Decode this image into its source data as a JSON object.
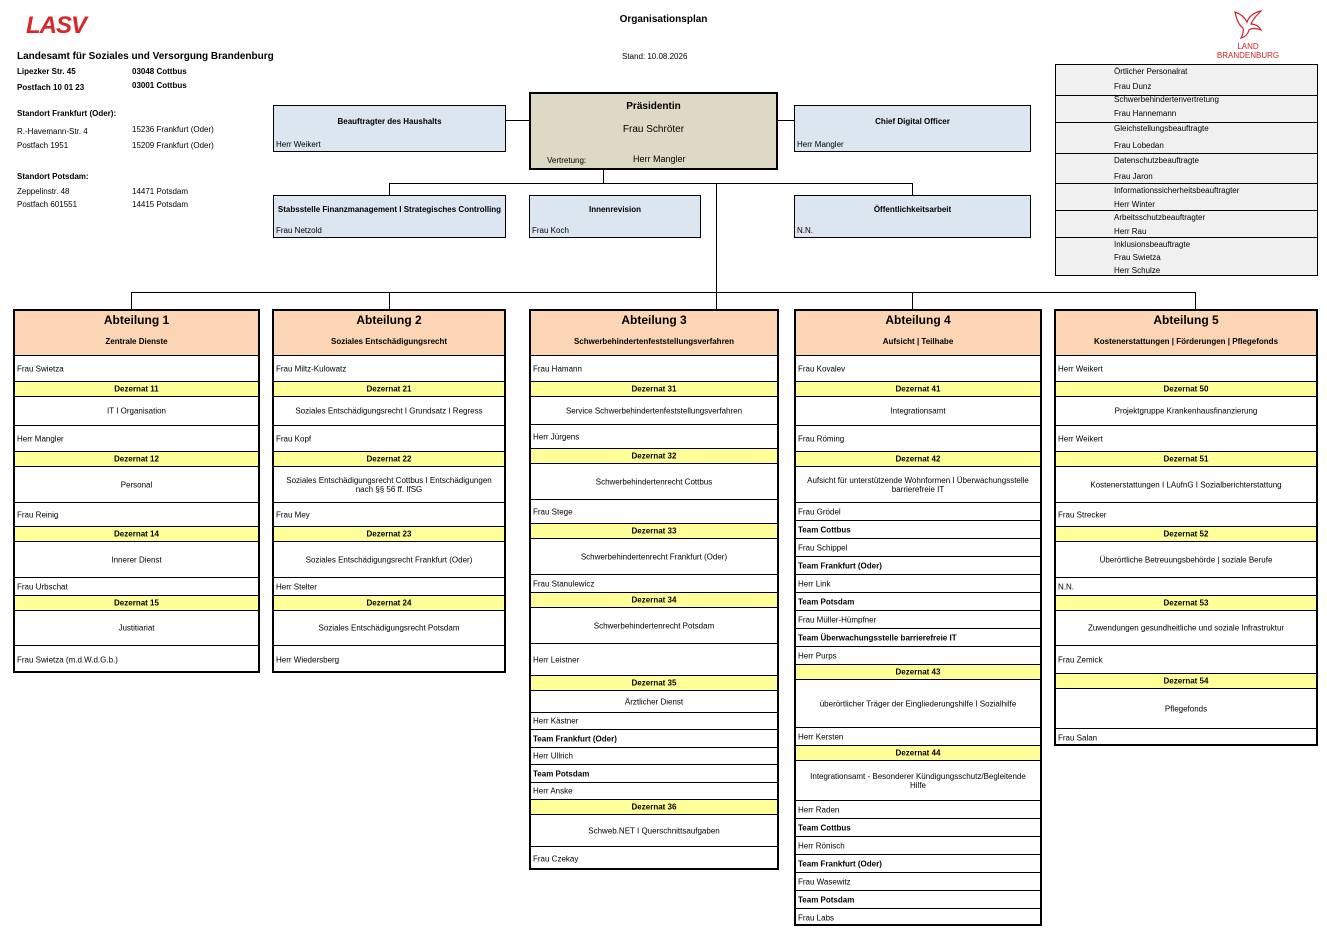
{
  "header": {
    "title": "Organisationsplan",
    "stand": "Stand: 10.08.2026",
    "logo_left": "LASV",
    "logo_right": [
      "LAND",
      "BRANDENBURG"
    ]
  },
  "address": {
    "org_name": "Landesamt für Soziales und Versorgung Brandenburg",
    "main": [
      [
        "Lipezker Str. 45",
        "03048 Cottbus"
      ],
      [
        "Postfach 10 01 23",
        "03001 Cottbus"
      ]
    ],
    "frankfurt_title": "Standort Frankfurt (Oder):",
    "frankfurt": [
      [
        "R.-Havemann-Str. 4",
        "15236 Frankfurt (Oder)"
      ],
      [
        "Postfach 1951",
        "15209 Frankfurt (Oder)"
      ]
    ],
    "potsdam_title": "Standort Potsdam:",
    "potsdam": [
      [
        "Zeppelinstr. 48",
        "14471 Potsdam"
      ],
      [
        "Postfach 601551",
        "14415 Potsdam"
      ]
    ]
  },
  "top": {
    "president": {
      "title": "Präsidentin",
      "name": "Frau Schröter",
      "deputy_label": "Vertretung:",
      "deputy": "Herr Mangler"
    },
    "haushalt": {
      "title": "Beauftragter des Haushalts",
      "name": "Herr Weikert"
    },
    "cdo": {
      "title": "Chief Digital Officer",
      "name": "Herr Mangler"
    },
    "finanz": {
      "title": "Stabsstelle Finanzmanagement I Strategisches Controlling",
      "name": "Frau Netzold"
    },
    "revision": {
      "title": "Innenrevision",
      "name": "Frau Koch"
    },
    "oeffentlichkeit": {
      "title": "Öffentlichkeitsarbeit",
      "name": "N.N."
    }
  },
  "side_panel": [
    [
      "Örtlicher Personalrat",
      "Frau Dunz"
    ],
    [
      "Schwerbehindertenvertretung",
      "Frau Hannemann"
    ],
    [
      "Gleichstellungsbeauftragte",
      "Frau Lobedan"
    ],
    [
      "Datenschutzbeauftragte",
      "Frau Jaron"
    ],
    [
      "Informationssicherheitsbeauftragter",
      "Herr Winter"
    ],
    [
      "Arbeitsschutzbeauftragter",
      "Herr Rau"
    ],
    [
      "Inklusionsbeauftragte",
      "Frau Swietza",
      "Herr Schulze"
    ]
  ],
  "departments": [
    {
      "name": "Abteilung 1",
      "sub": "Zentrale Dienste",
      "head": "Frau Swietza",
      "rows": [
        [
          "dz",
          "Dezernat 11"
        ],
        [
          "ds",
          "IT I Organisation"
        ],
        [
          "pn",
          "Herr Mangler"
        ],
        [
          "dz",
          "Dezernat 12"
        ],
        [
          "ds",
          "Personal"
        ],
        [
          "pn",
          "Frau Reinig"
        ],
        [
          "dz",
          "Dezernat 14"
        ],
        [
          "ds",
          "Innerer Dienst"
        ],
        [
          "pn",
          "Frau Urbschat"
        ],
        [
          "dz",
          "Dezernat 15"
        ],
        [
          "ds",
          "Justitiariat"
        ],
        [
          "pn",
          "Frau Swietza (m.d.W.d.G.b.)"
        ]
      ]
    },
    {
      "name": "Abteilung 2",
      "sub": "Soziales Entschädigungsrecht",
      "head": "Frau Miltz-Kulowatz",
      "rows": [
        [
          "dz",
          "Dezernat 21"
        ],
        [
          "ds",
          "Soziales Entschädigungsrecht I Grundsatz I Regress"
        ],
        [
          "pn",
          "Frau Kopf"
        ],
        [
          "dz",
          "Dezernat 22"
        ],
        [
          "ds",
          "Soziales Entschädigungsrecht Cottbus I Entschädigungen nach §§ 56 ff. IfSG"
        ],
        [
          "pn",
          "Frau Mey"
        ],
        [
          "dz",
          "Dezernat 23"
        ],
        [
          "ds",
          "Soziales Entschädigungsrecht Frankfurt (Oder)"
        ],
        [
          "pn",
          "Herr Stelter"
        ],
        [
          "dz",
          "Dezernat 24"
        ],
        [
          "ds",
          "Soziales Entschädigungsrecht Potsdam"
        ],
        [
          "pn",
          "Herr Wiedersberg"
        ]
      ]
    },
    {
      "name": "Abteilung 3",
      "sub": "Schwerbehindertenfeststellungsverfahren",
      "head": "Frau Hamann",
      "rows": [
        [
          "dz",
          "Dezernat 31"
        ],
        [
          "ds",
          "Service Schwerbehindertenfeststellungsverfahren"
        ],
        [
          "pn",
          "Herr Jürgens"
        ],
        [
          "dz",
          "Dezernat 32"
        ],
        [
          "ds",
          "Schwerbehindertenrecht Cottbus"
        ],
        [
          "pn",
          "Frau Stege"
        ],
        [
          "dz",
          "Dezernat 33"
        ],
        [
          "ds",
          "Schwerbehindertenrecht Frankfurt (Oder)"
        ],
        [
          "pn",
          "Frau Stanulewicz"
        ],
        [
          "dz",
          "Dezernat 34"
        ],
        [
          "ds",
          "Schwerbehindertenrecht Potsdam"
        ],
        [
          "pn",
          "Herr Leistner"
        ],
        [
          "dz",
          "Dezernat 35"
        ],
        [
          "ds",
          "Ärztlicher Dienst"
        ],
        [
          "pn",
          "Herr Kästner"
        ],
        [
          "tm",
          "Team Frankfurt (Oder)"
        ],
        [
          "pn",
          "Herr Ullrich"
        ],
        [
          "tm",
          "Team Potsdam"
        ],
        [
          "pn",
          "Herr Anske"
        ],
        [
          "dz",
          "Dezernat 36"
        ],
        [
          "ds",
          "Schweb.NET I Querschnittsaufgaben"
        ],
        [
          "pn",
          "Frau Czekay"
        ]
      ]
    },
    {
      "name": "Abteilung 4",
      "sub": "Aufsicht | Teilhabe",
      "head": "Frau Kovalev",
      "rows": [
        [
          "dz",
          "Dezernat 41"
        ],
        [
          "ds",
          "Integrationsamt"
        ],
        [
          "pn",
          "Frau Röming"
        ],
        [
          "dz",
          "Dezernat 42"
        ],
        [
          "ds",
          "Aufsicht für unterstützende Wohnformen I Überwachungsstelle barrierefreie IT"
        ],
        [
          "pn",
          "Frau Grödel"
        ],
        [
          "tm",
          "Team Cottbus"
        ],
        [
          "pn",
          "Frau Schippel"
        ],
        [
          "tm",
          "Team Frankfurt (Oder)"
        ],
        [
          "pn",
          "Herr  Link"
        ],
        [
          "tm",
          "Team Potsdam"
        ],
        [
          "pn",
          "Frau Müller-Hümpfner"
        ],
        [
          "tm",
          "Team Überwachungsstelle barrierefreie IT"
        ],
        [
          "pn",
          "Herr Purps"
        ],
        [
          "dz",
          "Dezernat 43"
        ],
        [
          "ds",
          "überörtlicher Träger der Eingliederungshilfe I Sozialhilfe"
        ],
        [
          "pn",
          "Herr Kersten"
        ],
        [
          "dz",
          "Dezernat 44"
        ],
        [
          "ds",
          "Integrationsamt - Besonderer Kündigungsschutz/Begleitende Hilfe"
        ],
        [
          "pn",
          "Herr Raden"
        ],
        [
          "tm",
          "Team Cottbus"
        ],
        [
          "pn",
          "Herr Rönisch"
        ],
        [
          "tm",
          "Team Frankfurt (Oder)"
        ],
        [
          "pn",
          "Frau Wasewitz"
        ],
        [
          "tm",
          "Team Potsdam"
        ],
        [
          "pn",
          "Frau Labs"
        ]
      ]
    },
    {
      "name": "Abteilung 5",
      "sub": "Kostenerstattungen | Förderungen | Pflegefonds",
      "head": "Herr Weikert",
      "rows": [
        [
          "dz",
          "Dezernat 50"
        ],
        [
          "ds",
          "Projektgruppe Krankenhausfinanzierung"
        ],
        [
          "pn",
          "Herr Weikert"
        ],
        [
          "dz",
          "Dezernat 51"
        ],
        [
          "ds",
          "Kostenerstattungen I LAufnG I Sozialberichterstattung"
        ],
        [
          "pn",
          "Frau Strecker"
        ],
        [
          "dz",
          "Dezernat 52"
        ],
        [
          "ds",
          "Überörtliche Betreuungsbehörde | soziale Berufe"
        ],
        [
          "pn",
          "N.N."
        ],
        [
          "dz",
          "Dezernat 53"
        ],
        [
          "ds",
          "Zuwendungen gesundheitliche und soziale Infrastruktur"
        ],
        [
          "pn",
          "Frau Zemick"
        ],
        [
          "dz",
          "Dezernat 54"
        ],
        [
          "ds",
          "Pflegefonds"
        ],
        [
          "pn",
          "Frau Salan"
        ]
      ]
    }
  ]
}
